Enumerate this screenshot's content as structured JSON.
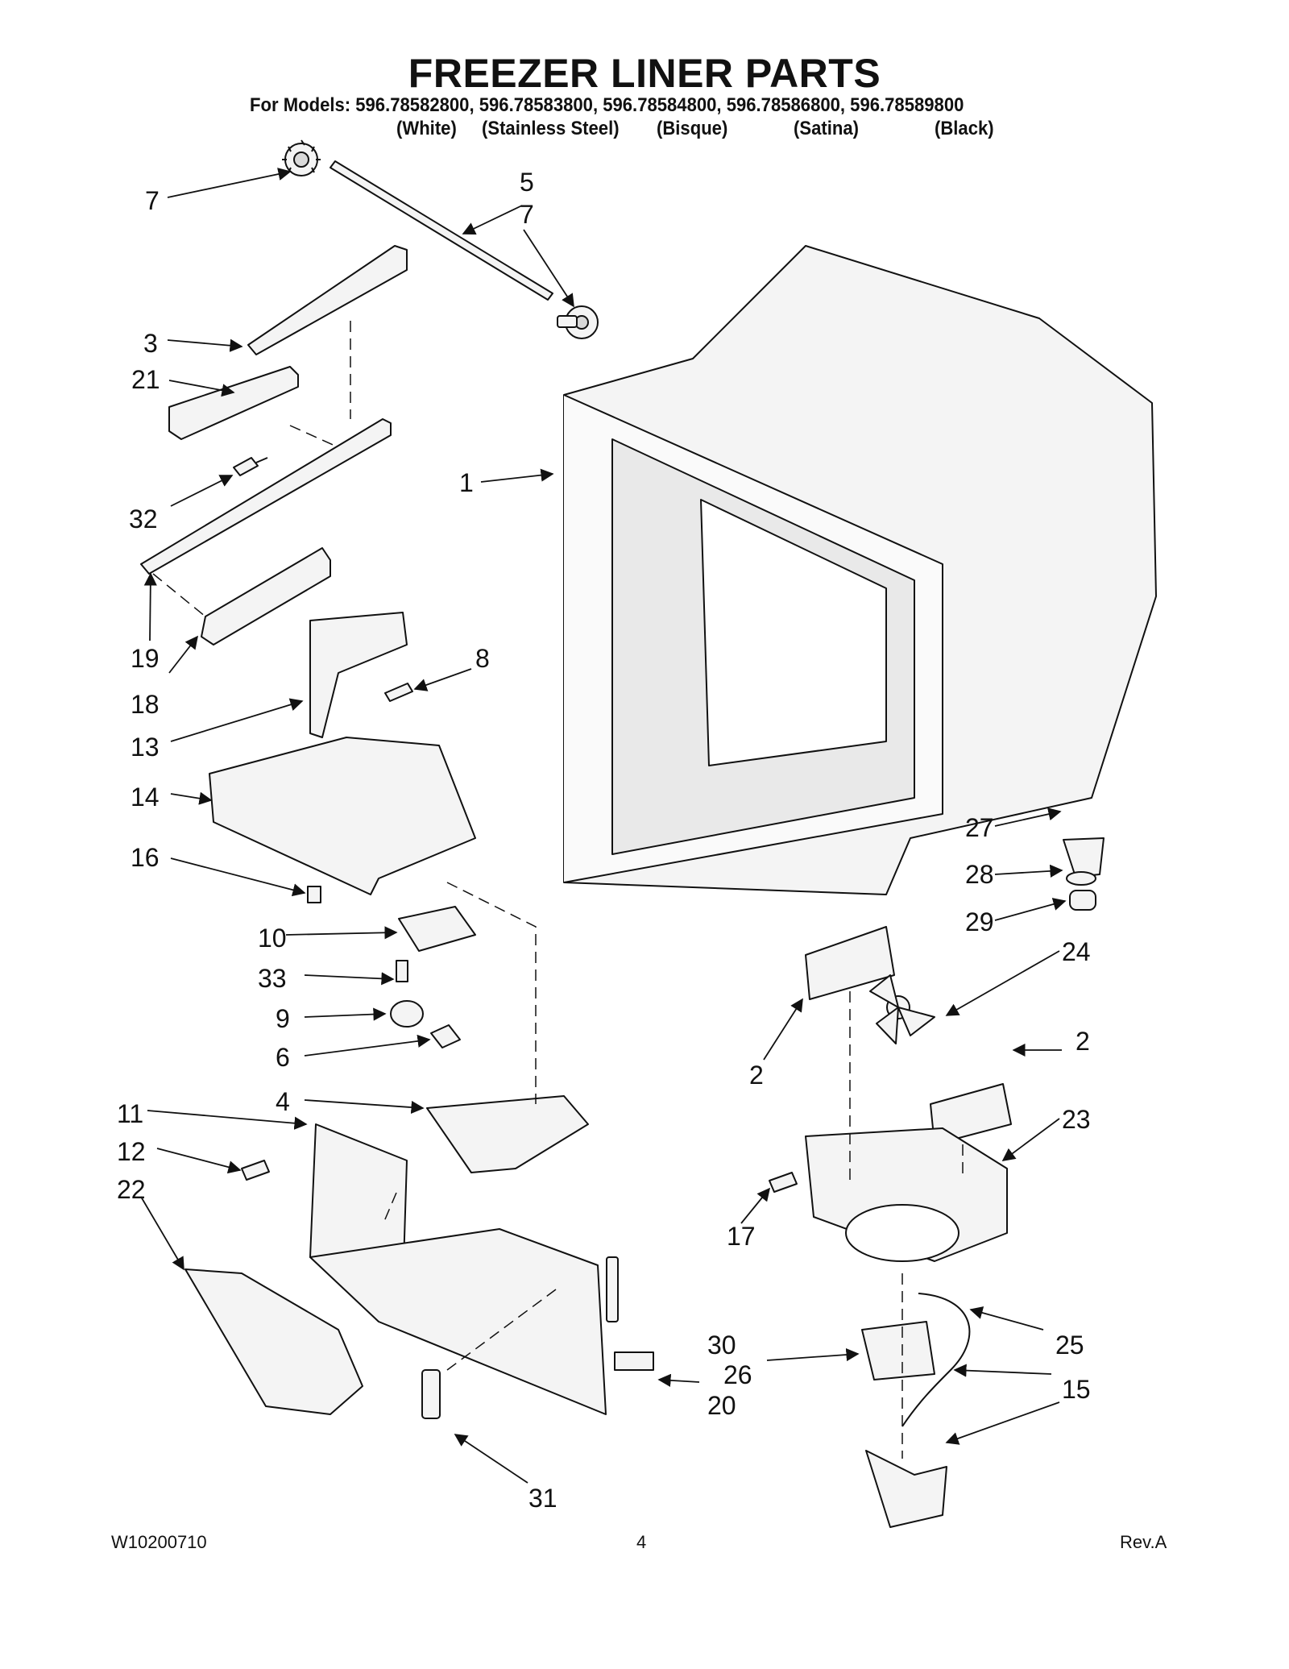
{
  "title": "FREEZER LINER PARTS",
  "models_line": "For Models: 596.78582800, 596.78583800, 596.78584800, 596.78586800, 596.78589800",
  "finishes": [
    "(White)",
    "(Stainless Steel)",
    "(Bisque)",
    "(Satina)",
    "(Black)"
  ],
  "callouts": [
    "7",
    "5",
    "7",
    "3",
    "21",
    "32",
    "19",
    "18",
    "13",
    "8",
    "1",
    "14",
    "16",
    "10",
    "33",
    "9",
    "6",
    "4",
    "11",
    "12",
    "22",
    "27",
    "28",
    "29",
    "24",
    "2",
    "2",
    "23",
    "17",
    "30",
    "26",
    "20",
    "25",
    "15",
    "31"
  ],
  "footer": {
    "doc_number": "W10200710",
    "page_number": "4",
    "revision": "Rev.A"
  },
  "colors": {
    "ink": "#111111",
    "paper": "#ffffff",
    "part_fill": "#f4f4f4",
    "shade": "#d9d9d9"
  }
}
